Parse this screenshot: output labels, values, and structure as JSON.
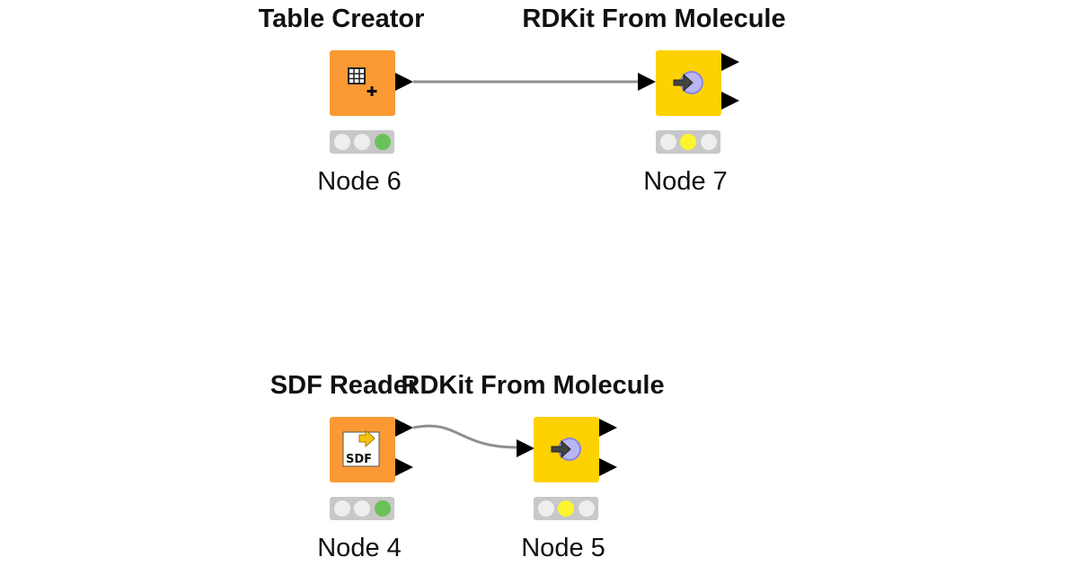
{
  "colors": {
    "source_node": "#fb9a35",
    "manipulator_node": "#fed100",
    "connection": "#8f8f8f",
    "light_off": "#eeeeee",
    "light_green": "#6ac159",
    "light_yellow": "#fcf52e"
  },
  "nodes": [
    {
      "id": "node6",
      "title": "Table Creator",
      "label": "Node 6",
      "icon": "table-creator-icon",
      "kind": "source",
      "status": "green"
    },
    {
      "id": "node7",
      "title": "RDKit From Molecule",
      "label": "Node 7",
      "icon": "rdkit-convert-icon",
      "kind": "manipulator",
      "status": "yellow"
    },
    {
      "id": "node4",
      "title": "SDF Reader",
      "label": "Node 4",
      "icon": "sdf-reader-icon",
      "kind": "source",
      "status": "green",
      "icon_text": "SDF"
    },
    {
      "id": "node5",
      "title": "RDKit From Molecule",
      "label": "Node 5",
      "icon": "rdkit-convert-icon",
      "kind": "manipulator",
      "status": "yellow"
    }
  ],
  "connections": [
    {
      "from": "node6",
      "to": "node7"
    },
    {
      "from": "node4",
      "to": "node5"
    }
  ]
}
